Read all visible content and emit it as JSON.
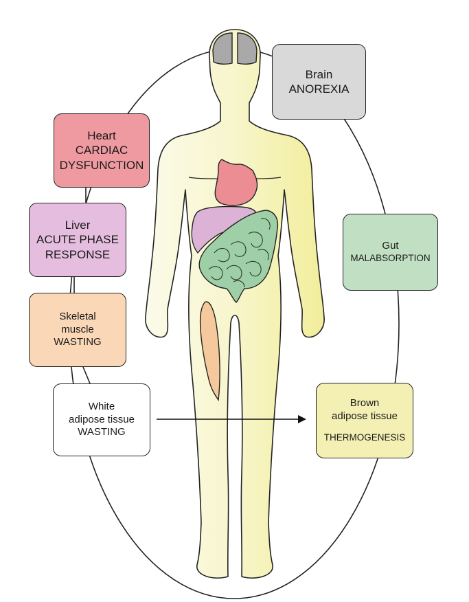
{
  "boxes": {
    "brain": {
      "organ": "Brain",
      "effect": "ANOREXIA"
    },
    "heart": {
      "organ": "Heart",
      "effect_line1": "CARDIAC",
      "effect_line2": "DYSFUNCTION"
    },
    "liver": {
      "organ": "Liver",
      "effect_line1": "ACUTE PHASE",
      "effect_line2": "RESPONSE"
    },
    "gut": {
      "organ": "Gut",
      "effect": "MALABSORPTION"
    },
    "muscle": {
      "organ_line1": "Skeletal",
      "organ_line2": "muscle",
      "effect": "WASTING"
    },
    "white_adipose": {
      "organ_line1": "White",
      "organ_line2": "adipose tissue",
      "effect": "WASTING"
    },
    "brown_adipose": {
      "organ_line1": "Brown",
      "organ_line2": "adipose tissue",
      "effect": "THERMOGENESIS"
    }
  },
  "colors": {
    "brain": "#d9d9d9",
    "heart": "#ee9aa0",
    "liver": "#e5bedf",
    "gut": "#c0dfc3",
    "muscle": "#fad8b7",
    "white_adipose": "#ffffff",
    "brown_adipose": "#f4f0b4",
    "body_fill": "#f6f3c4",
    "intestine": "#9fcfa6"
  },
  "arrow": {
    "from": "white_adipose",
    "to": "brown_adipose"
  }
}
